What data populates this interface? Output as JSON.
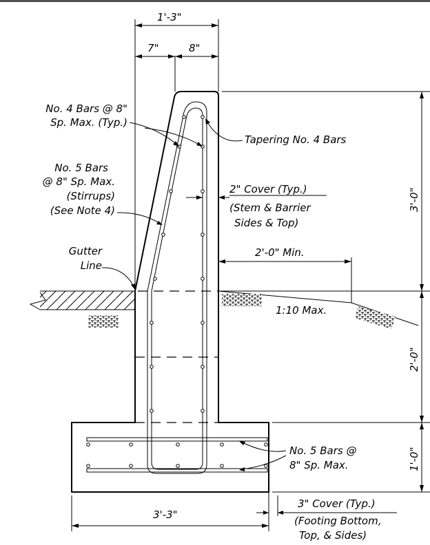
{
  "dimensions": {
    "top_width": "1'-3\"",
    "left_segment": "7\"",
    "right_segment": "8\"",
    "barrier_height": "3'-0\"",
    "stem_depth": "2'-0\"",
    "footing_depth": "1'-0\"",
    "footing_width": "3'-3\""
  },
  "callouts": {
    "no4_bars": [
      "No. 4 Bars @ 8\"",
      "Sp. Max. (Typ.)"
    ],
    "tapering": "Tapering No. 4 Bars",
    "no5_stirrups": [
      "No. 5 Bars",
      "@ 8\" Sp. Max.",
      "(Stirrups)",
      "(See Note 4)"
    ],
    "cover_stem": [
      "2\" Cover (Typ.)",
      "(Stem & Barrier",
      "Sides & Top)"
    ],
    "gutter": [
      "Gutter",
      "Line"
    ],
    "min_distance": "2'-0\" Min.",
    "slope": "1:10 Max.",
    "no5_footing": [
      "No. 5 Bars @",
      "8\" Sp. Max."
    ],
    "cover_footing": [
      "3\" Cover (Typ.)",
      "(Footing Bottom,",
      "Top, & Sides)"
    ]
  },
  "colors": {
    "ink": "#000000",
    "paper": "#ffffff"
  }
}
